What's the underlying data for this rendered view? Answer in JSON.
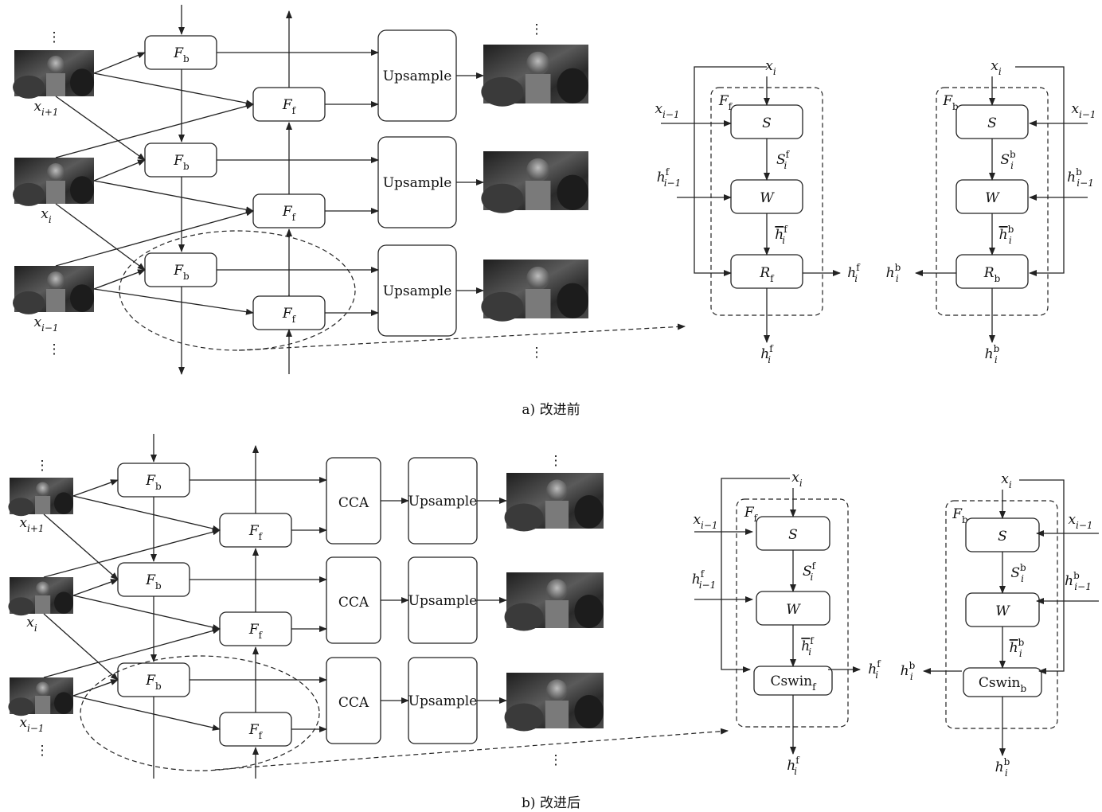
{
  "captions": {
    "a": "a) 改进前",
    "b": "b) 改进后"
  },
  "labels": {
    "F": "F",
    "b": "b",
    "f": "f",
    "x": "x",
    "i": "i",
    "i_plus_1": "i+1",
    "i_minus_1": "i−1",
    "h": "h",
    "S": "S",
    "W": "W",
    "R": "R",
    "Cswin": "Cswin",
    "upsample": "Upsample",
    "cca": "CCA",
    "dots": "⋮"
  },
  "colors": {
    "line": "#222222",
    "box_fill": "#ffffff",
    "image_dark": "#2b2b2b",
    "image_mid": "#6a6a6a"
  }
}
